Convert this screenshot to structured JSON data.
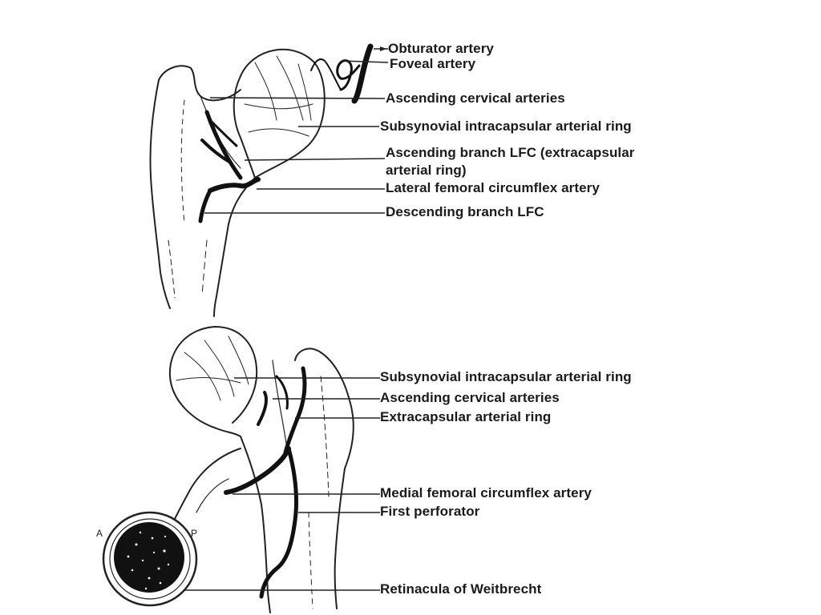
{
  "top_diagram": {
    "labels": [
      "Obturator artery",
      "Foveal artery",
      "Ascending cervical arteries",
      "Subsynovial intracapsular arterial ring",
      "Ascending branch LFC (extracapsular",
      "arterial ring)",
      "Lateral femoral circumflex artery",
      "Descending branch LFC"
    ]
  },
  "bottom_diagram": {
    "labels": [
      "Subsynovial intracapsular arterial ring",
      "Ascending cervical arteries",
      "Extracapsular arterial ring",
      "Medial femoral circumflex artery",
      "First perforator",
      "Retinacula of Weitbrecht"
    ],
    "cross_section_markers": [
      "A",
      "P"
    ]
  }
}
